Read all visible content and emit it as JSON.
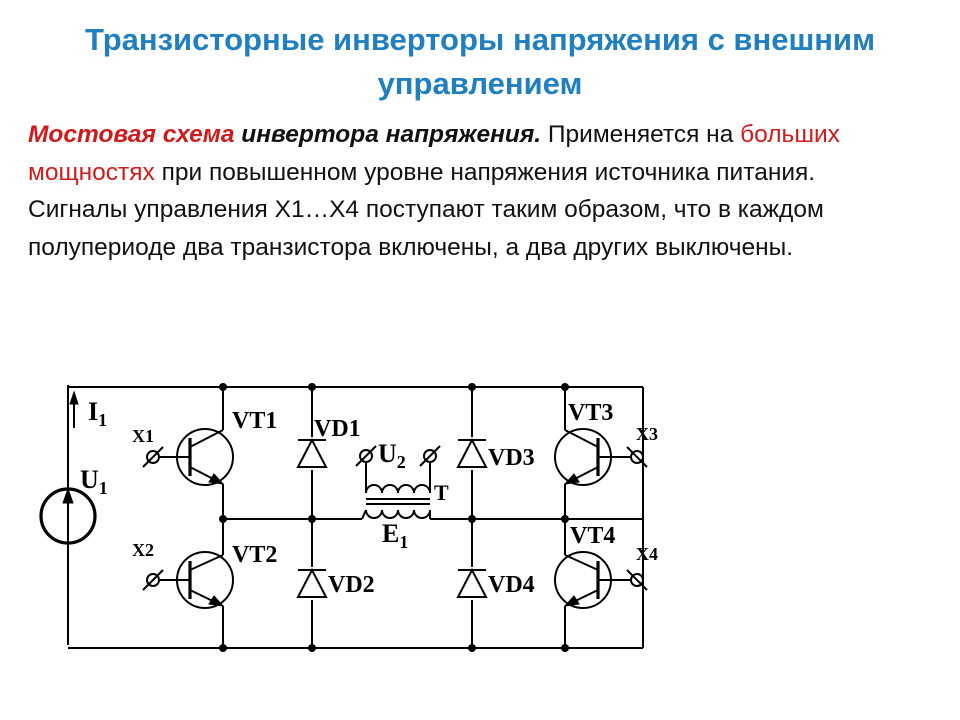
{
  "slide": {
    "title": "Транзисторные инверторы напряжения с внешним управлением",
    "paragraph1": {
      "term1": "Мостовая схема",
      "term2": " инвертора напряжения.",
      "text1": " Применяется на ",
      "term3": "больших мощностях",
      "text2": " при повышенном уровне напряжения источника питания."
    },
    "paragraph2": "Сигналы управления Х1…Х4 поступают таким образом, что в каждом полупериоде два транзистора включены, а два других выключены.",
    "colors": {
      "title": "#1f7fc0",
      "accent_red": "#d11a1a",
      "text": "#111111"
    }
  },
  "diagram": {
    "labels": {
      "current": "I",
      "current_sub": "1",
      "source": "U",
      "source_sub": "1",
      "vt1": "VT1",
      "vt2": "VT2",
      "vt3": "VT3",
      "vt4": "VT4",
      "vd1": "VD1",
      "vd2": "VD2",
      "vd3": "VD3",
      "vd4": "VD4",
      "x1": "X1",
      "x2": "X2",
      "x3": "X3",
      "x4": "X4",
      "u2": "U",
      "u2_sub": "2",
      "transformer": "T",
      "e1": "E",
      "e1_sub": "1"
    }
  }
}
